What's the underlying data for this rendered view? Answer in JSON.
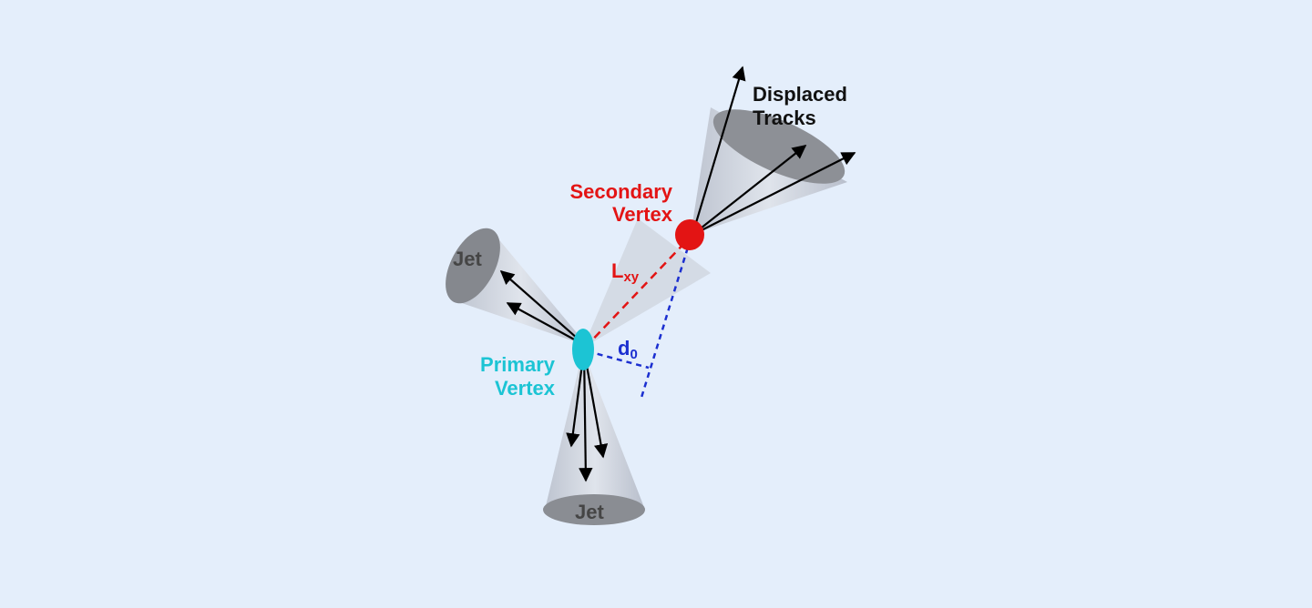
{
  "labels": {
    "displaced_line1": "Displaced",
    "displaced_line2": "Tracks",
    "secondary_line1": "Secondary",
    "secondary_line2": "Vertex",
    "primary_line1": "Primary",
    "primary_line2": "Vertex",
    "jet_upper": "Jet",
    "jet_lower": "Jet",
    "lxy_main": "L",
    "lxy_sub": "xy",
    "d0_main": "d",
    "d0_sub": "0"
  },
  "colors": {
    "background": "#e4eefb",
    "secondary_vertex": "#e31414",
    "primary_vertex": "#1cc4d4",
    "lxy_line": "#e31414",
    "d0_line": "#1b2fd0",
    "cone_body": "#c4c9d4",
    "cone_rim": "#8a8d93",
    "arrow": "#000000"
  }
}
